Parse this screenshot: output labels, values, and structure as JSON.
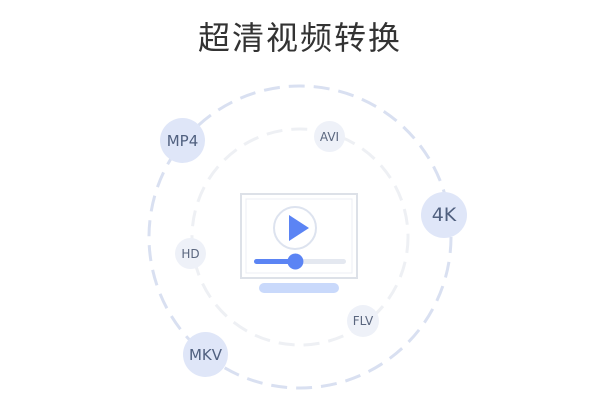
{
  "header": {
    "title": "超清视频转换"
  },
  "formats": {
    "mp4": "MP4",
    "avi": "AVI",
    "k4": "4K",
    "hd": "HD",
    "flv": "FLV",
    "mkv": "MKV"
  },
  "player": {
    "progress": 0.45
  },
  "colors": {
    "accent": "#5b84f4",
    "progress_track": "#e4e8f0",
    "pill": "#c9d9fb",
    "outer_ring": "#d9e0f1",
    "inner_ring": "#eef0f4",
    "badge_large_bg": "#dfe6f8",
    "badge_small_bg": "#eef1f8"
  }
}
